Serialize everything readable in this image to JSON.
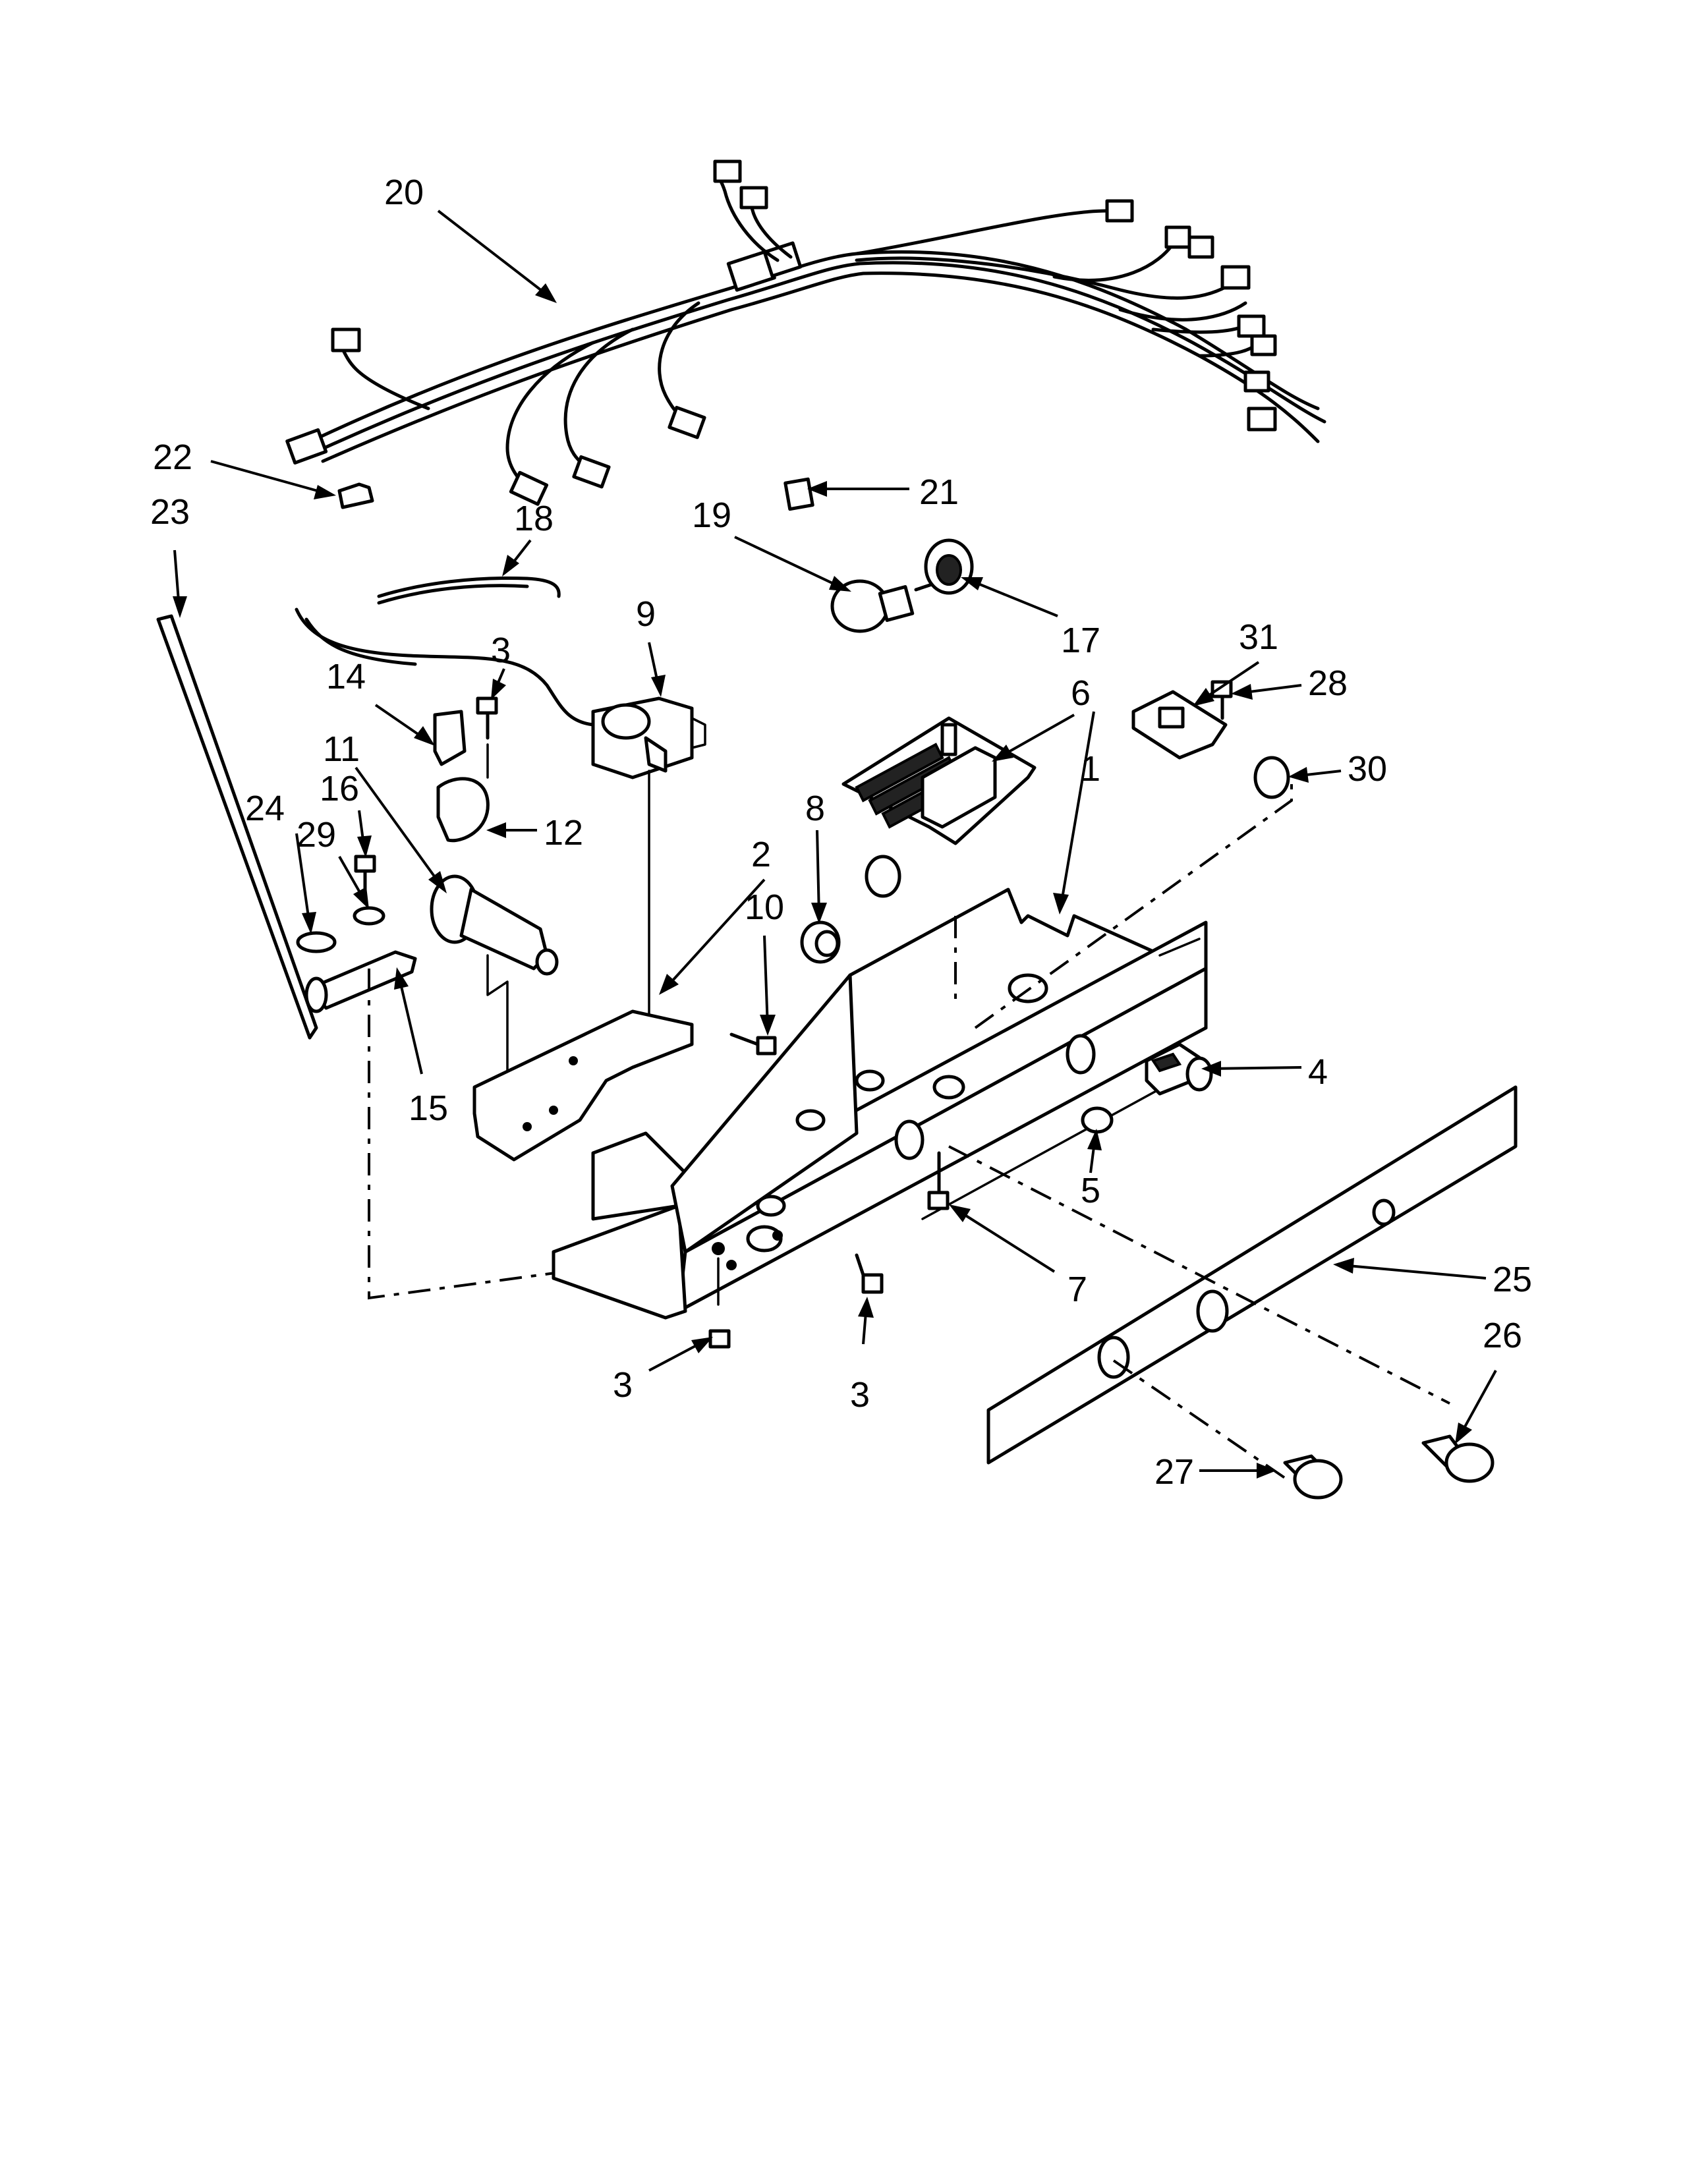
{
  "labels": [
    "1",
    "2",
    "3",
    "4",
    "5",
    "6",
    "7",
    "8",
    "9",
    "10",
    "11",
    "12",
    "14",
    "15",
    "16",
    "17",
    "18",
    "19",
    "20",
    "21",
    "22",
    "23",
    "24",
    "25",
    "26",
    "27",
    "28",
    "29",
    "30",
    "31"
  ],
  "callouts": [
    {
      "id": "20",
      "text": "20"
    },
    {
      "id": "22",
      "text": "22"
    },
    {
      "id": "23",
      "text": "23"
    },
    {
      "id": "18",
      "text": "18"
    },
    {
      "id": "19",
      "text": "19"
    },
    {
      "id": "21",
      "text": "21"
    },
    {
      "id": "17",
      "text": "17"
    },
    {
      "id": "9",
      "text": "9"
    },
    {
      "id": "3a",
      "text": "3"
    },
    {
      "id": "14",
      "text": "14"
    },
    {
      "id": "11",
      "text": "11"
    },
    {
      "id": "12",
      "text": "12"
    },
    {
      "id": "16",
      "text": "16"
    },
    {
      "id": "24",
      "text": "24"
    },
    {
      "id": "29",
      "text": "29"
    },
    {
      "id": "15",
      "text": "15"
    },
    {
      "id": "2",
      "text": "2"
    },
    {
      "id": "10",
      "text": "10"
    },
    {
      "id": "8",
      "text": "8"
    },
    {
      "id": "6",
      "text": "6"
    },
    {
      "id": "31",
      "text": "31"
    },
    {
      "id": "28",
      "text": "28"
    },
    {
      "id": "30",
      "text": "30"
    },
    {
      "id": "1",
      "text": "1"
    },
    {
      "id": "4",
      "text": "4"
    },
    {
      "id": "5",
      "text": "5"
    },
    {
      "id": "7",
      "text": "7"
    },
    {
      "id": "25",
      "text": "25"
    },
    {
      "id": "26",
      "text": "26"
    },
    {
      "id": "27",
      "text": "27"
    },
    {
      "id": "3b",
      "text": "3"
    },
    {
      "id": "3c",
      "text": "3"
    }
  ]
}
